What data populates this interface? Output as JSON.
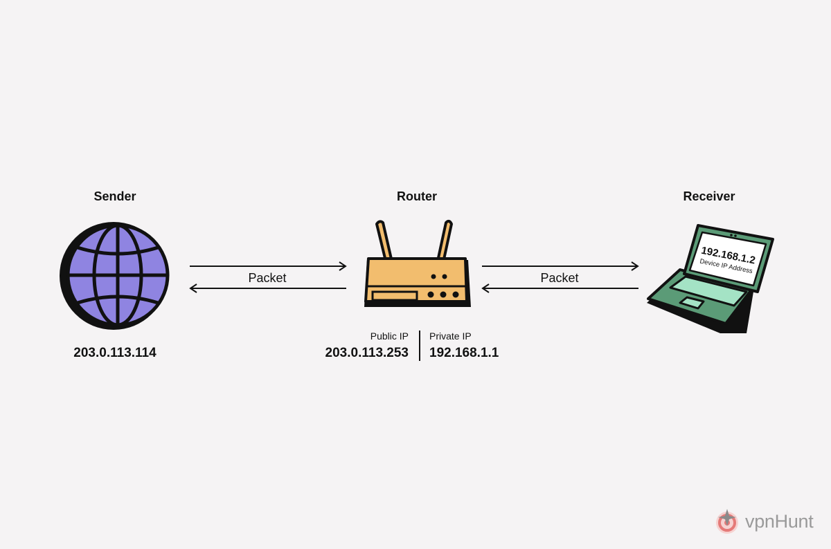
{
  "nodes": {
    "sender": {
      "title": "Sender",
      "ip": "203.0.113.114",
      "icon": "globe-icon"
    },
    "router": {
      "title": "Router",
      "public_ip_label": "Public IP",
      "public_ip": "203.0.113.253",
      "private_ip_label": "Private IP",
      "private_ip": "192.168.1.1",
      "icon": "router-icon"
    },
    "receiver": {
      "title": "Receiver",
      "screen_ip": "192.168.1.2",
      "screen_caption": "Device IP Address",
      "icon": "laptop-icon"
    }
  },
  "links": [
    {
      "label": "Packet"
    },
    {
      "label": "Packet"
    }
  ],
  "brand": {
    "name": "vpnHunt",
    "icon": "vpnhunt-logo-icon"
  },
  "colors": {
    "background": "#f5f3f4",
    "globe": "#8f84e1",
    "router": "#f2bd6e",
    "laptop": "#5b9b77",
    "laptop_pad": "#a4e3c5",
    "brand_accent": "#e57a78"
  }
}
